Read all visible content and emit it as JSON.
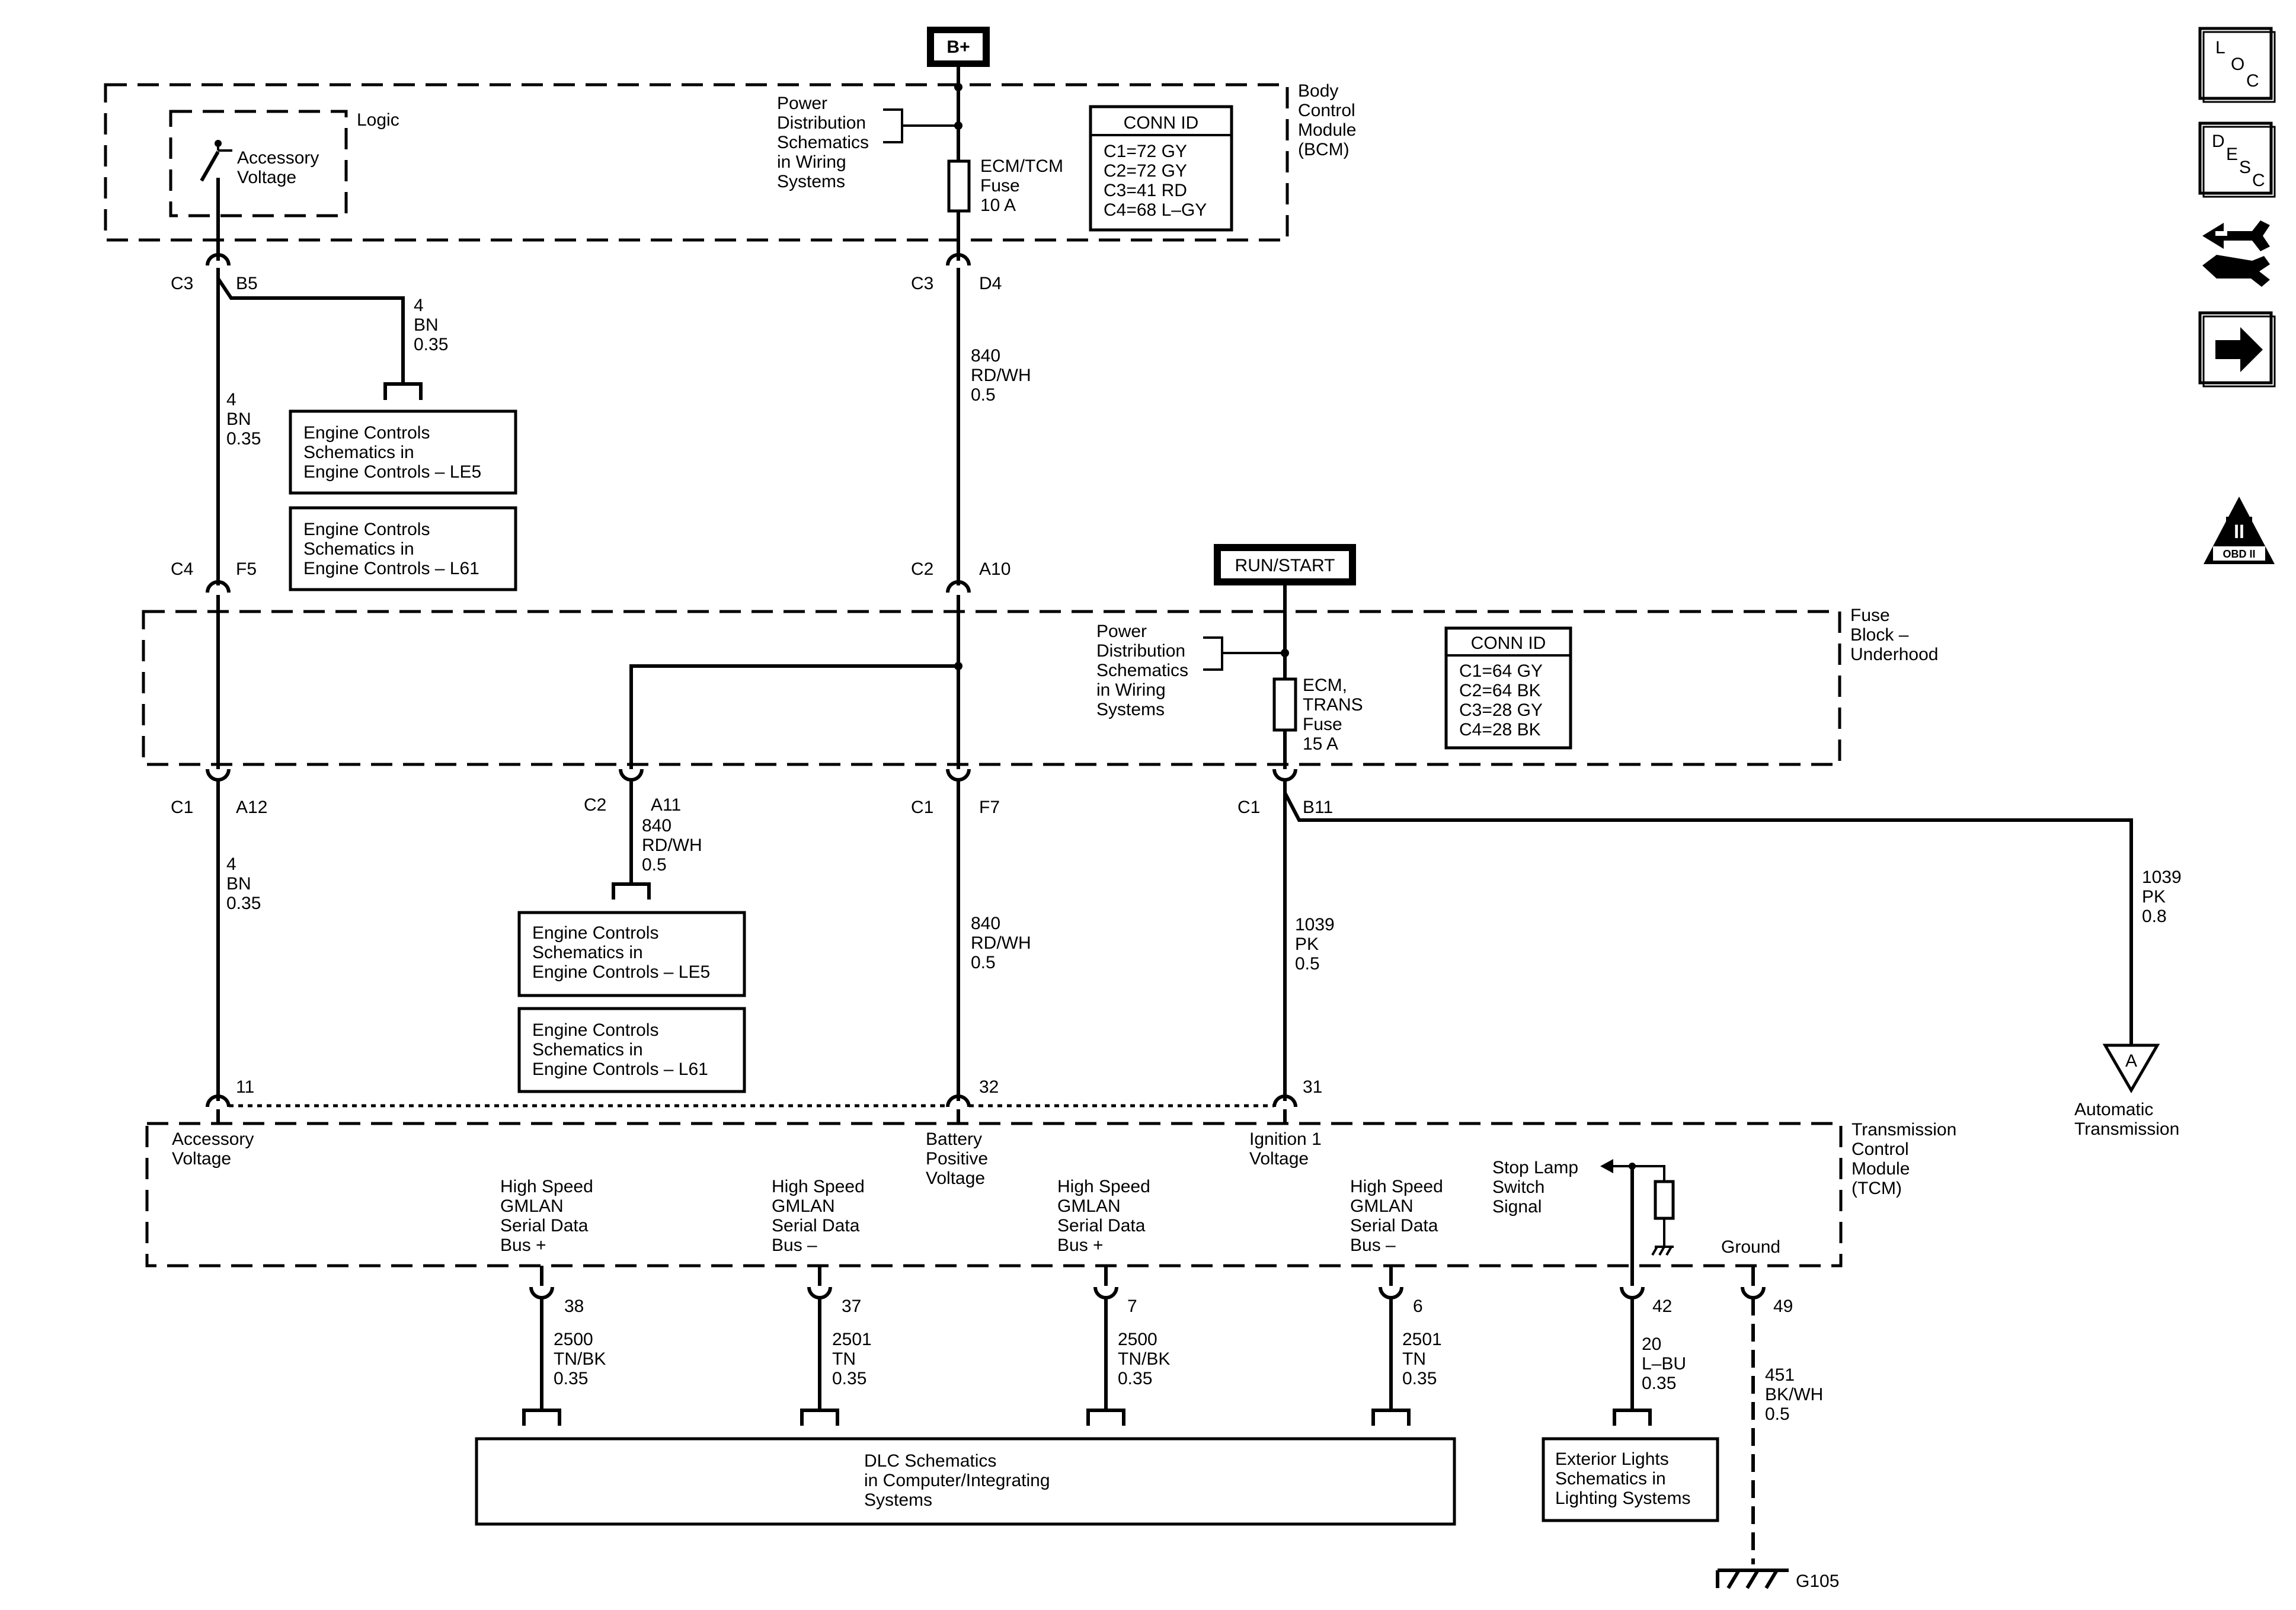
{
  "power": {
    "b_plus": "B+",
    "run_start": "RUN/START"
  },
  "bcm": {
    "title": [
      "Body",
      "Control",
      "Module",
      "(BCM)"
    ],
    "logic": "Logic",
    "accessory": [
      "Accessory",
      "Voltage"
    ],
    "pds": [
      "Power",
      "Distribution",
      "Schematics",
      "in Wiring",
      "Systems"
    ],
    "fuse": [
      "ECM/TCM",
      "Fuse",
      "10 A"
    ],
    "conn_title": "CONN ID",
    "conn": [
      "C1=72 GY",
      "C2=72 GY",
      "C3=41 RD",
      "C4=68 L–GY"
    ]
  },
  "fuse_block": {
    "title": [
      "Fuse",
      "Block –",
      "Underhood"
    ],
    "pds": [
      "Power",
      "Distribution",
      "Schematics",
      "in Wiring",
      "Systems"
    ],
    "fuse": [
      "ECM,",
      "TRANS",
      "Fuse",
      "15 A"
    ],
    "conn_title": "CONN ID",
    "conn": [
      "C1=64 GY",
      "C2=64 BK",
      "C3=28 GY",
      "C4=28 BK"
    ]
  },
  "connectors": {
    "bcm_c3": "C3",
    "bcm_b5": "B5",
    "bcm_c3b": "C3",
    "bcm_d4": "D4",
    "fb_c4": "C4",
    "fb_f5": "F5",
    "fb_c2": "C2",
    "fb_a10": "A10",
    "c1_a": "C1",
    "a12": "A12",
    "c2_b": "C2",
    "a11": "A11",
    "c1_b": "C1",
    "f7": "F7",
    "c1_c": "C1",
    "b11": "B11",
    "tcm11": "11",
    "tcm32": "32",
    "tcm31": "31",
    "p38": "38",
    "p37": "37",
    "p7": "7",
    "p6": "6",
    "p42": "42",
    "p49": "49"
  },
  "wires": {
    "w4_upper": [
      "4",
      "BN",
      "0.35"
    ],
    "w4_left": [
      "4",
      "BN",
      "0.35"
    ],
    "w840_upper": [
      "840",
      "RD/WH",
      "0.5"
    ],
    "w4_lower": [
      "4",
      "BN",
      "0.35"
    ],
    "w840_a11": [
      "840",
      "RD/WH",
      "0.5"
    ],
    "w840_lower": [
      "840",
      "RD/WH",
      "0.5"
    ],
    "w1039_tcm": [
      "1039",
      "PK",
      "0.5"
    ],
    "w1039_at": [
      "1039",
      "PK",
      "0.8"
    ],
    "w2500_a": [
      "2500",
      "TN/BK",
      "0.35"
    ],
    "w2501_a": [
      "2501",
      "TN",
      "0.35"
    ],
    "w2500_b": [
      "2500",
      "TN/BK",
      "0.35"
    ],
    "w2501_b": [
      "2501",
      "TN",
      "0.35"
    ],
    "w20": [
      "20",
      "L–BU",
      "0.35"
    ],
    "w451": [
      "451",
      "BK/WH",
      "0.5"
    ]
  },
  "refs": {
    "eng_le5_top": [
      "Engine Controls",
      "Schematics in",
      "Engine Controls – LE5"
    ],
    "eng_l61_top": [
      "Engine Controls",
      "Schematics in",
      "Engine Controls – L61"
    ],
    "eng_le5_mid": [
      "Engine Controls",
      "Schematics in",
      "Engine Controls – LE5"
    ],
    "eng_l61_mid": [
      "Engine Controls",
      "Schematics in",
      "Engine Controls – L61"
    ],
    "dlc": [
      "DLC Schematics",
      "in Computer/Integrating",
      "Systems"
    ],
    "ext_lights": [
      "Exterior Lights",
      "Schematics in",
      "Lighting Systems"
    ]
  },
  "tcm": {
    "title": [
      "Transmission",
      "Control",
      "Module",
      "(TCM)"
    ],
    "accessory": [
      "Accessory",
      "Voltage"
    ],
    "battery": [
      "Battery",
      "Positive",
      "Voltage"
    ],
    "ignition": [
      "Ignition 1",
      "Voltage"
    ],
    "hs_plus_a": [
      "High Speed",
      "GMLAN",
      "Serial Data",
      "Bus +"
    ],
    "hs_minus_a": [
      "High Speed",
      "GMLAN",
      "Serial Data",
      "Bus –"
    ],
    "hs_plus_b": [
      "High Speed",
      "GMLAN",
      "Serial Data",
      "Bus +"
    ],
    "hs_minus_b": [
      "High Speed",
      "GMLAN",
      "Serial Data",
      "Bus –"
    ],
    "stop_lamp": [
      "Stop Lamp",
      "Switch",
      "Signal"
    ],
    "ground": "Ground"
  },
  "auto_trans": {
    "symbol": "A",
    "label": [
      "Automatic",
      "Transmission"
    ]
  },
  "ground_id": "G105",
  "nav": {
    "loc": [
      "L",
      "O",
      "C"
    ],
    "desc": [
      "D",
      "E",
      "S",
      "C"
    ],
    "obd_numeral": "II",
    "obd_label": "OBD II"
  }
}
